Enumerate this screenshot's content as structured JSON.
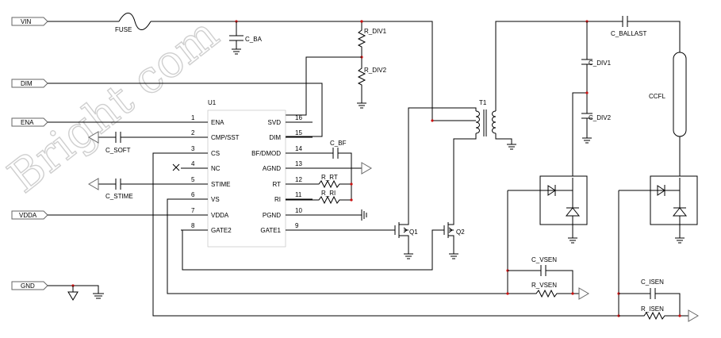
{
  "watermark": "Bright com",
  "ports": {
    "vin": "VIN",
    "dim": "DIM",
    "ena": "ENA",
    "vdda": "VDDA",
    "gnd": "GND"
  },
  "ic": {
    "ref": "U1",
    "left_pins": [
      {
        "num": "1",
        "name": "ENA"
      },
      {
        "num": "2",
        "name": "CMP/SST"
      },
      {
        "num": "3",
        "name": "CS"
      },
      {
        "num": "4",
        "name": "NC"
      },
      {
        "num": "5",
        "name": "STIME"
      },
      {
        "num": "6",
        "name": "VS"
      },
      {
        "num": "7",
        "name": "VDDA"
      },
      {
        "num": "8",
        "name": "GATE2"
      }
    ],
    "right_pins": [
      {
        "num": "16",
        "name": "SVD"
      },
      {
        "num": "15",
        "name": "DIM"
      },
      {
        "num": "14",
        "name": "BF/DMOD"
      },
      {
        "num": "13",
        "name": "AGND"
      },
      {
        "num": "12",
        "name": "RT"
      },
      {
        "num": "11",
        "name": "RI"
      },
      {
        "num": "10",
        "name": "PGND"
      },
      {
        "num": "9",
        "name": "GATE1"
      }
    ]
  },
  "components": {
    "fuse": "FUSE",
    "c_ba": "C_BA",
    "r_div1": "R_DIV1",
    "r_div2": "R_DIV2",
    "c_soft": "C_SOFT",
    "c_stime": "C_STIME",
    "c_bf": "C_BF",
    "r_rt": "R_RT",
    "r_ri": "R_RI",
    "t1": "T1",
    "q1": "Q1",
    "q2": "Q2",
    "c_ballast": "C_BALLAST",
    "c_div1": "C_DIV1",
    "c_div2": "C_DIV2",
    "ccfl": "CCFL",
    "c_vsen": "C_VSEN",
    "r_vsen": "R_VSEN",
    "c_isen": "C_ISEN",
    "r_isen": "R_ISEN"
  }
}
